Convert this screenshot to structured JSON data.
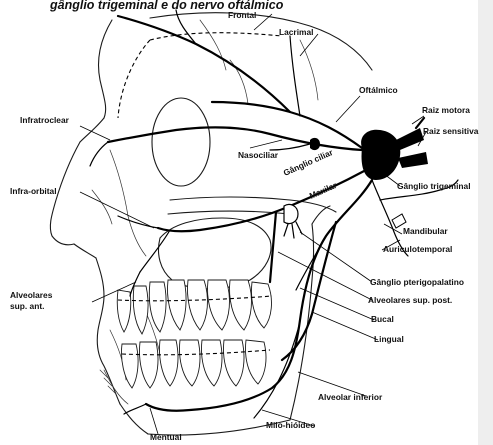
{
  "header": {
    "title": "gânglio trigeminal e do nervo oftálmico"
  },
  "labels": {
    "frontal": "Frontal",
    "lacrimal": "Lacrimal",
    "oftalmico": "Oftálmico",
    "raiz_motora": "Raiz motora",
    "raiz_sensitiva": "Raiz sensitiva",
    "infratroclear": "Infratroclear",
    "nasociliar": "Nasociliar",
    "ganglio_ciliar": "Gânglio ciliar",
    "maxilar": "Maxilar",
    "ganglio_trigeminal": "Gânglio trigeminal",
    "infra_orbital": "Infra-orbital",
    "mandibular": "Mandibular",
    "auriculotemporal": "Auriculotemporal",
    "ganglio_pterigopalatino": "Gânglio pterigopalatino",
    "alveolares_sup_post": "Alveolares sup. post.",
    "alveolares_sup_ant_1": "Alveolares",
    "alveolares_sup_ant_2": "sup. ant.",
    "bucal": "Bucal",
    "lingual": "Lingual",
    "alveolar_inferior": "Alveolar inferior",
    "milo_hioideo": "Milo-hióideo",
    "mentual": "Mentual"
  },
  "colors": {
    "ink": "#000000",
    "paper": "#ffffff"
  }
}
